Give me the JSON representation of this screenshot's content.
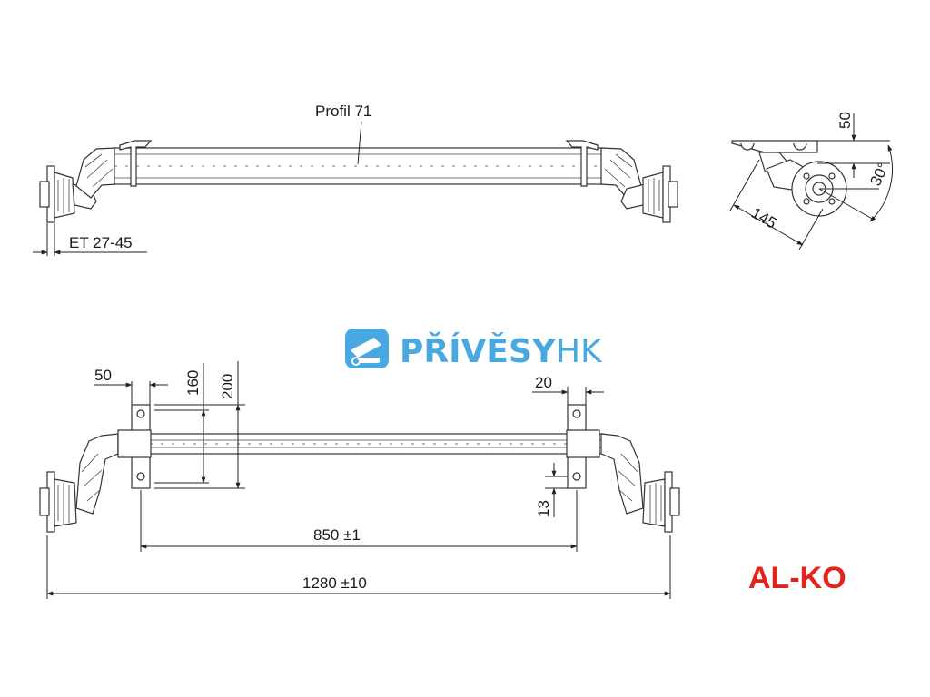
{
  "top_view": {
    "profile_label": "Profil 71",
    "et_label": "ET 27-45"
  },
  "side_view": {
    "dim_50": "50",
    "dim_145": "145",
    "dim_30": "30°"
  },
  "front_view": {
    "dim_50": "50",
    "dim_160": "160",
    "dim_200": "200",
    "dim_20": "20",
    "dim_13": "13",
    "dim_850": "850 ±1",
    "dim_1280": "1280 ±10"
  },
  "watermark": {
    "name_main": "PŘÍVĚSY",
    "name_suffix": "HK",
    "color": "#4aa8e0"
  },
  "logo": {
    "text": "AL-KO",
    "color": "#e2231a"
  }
}
